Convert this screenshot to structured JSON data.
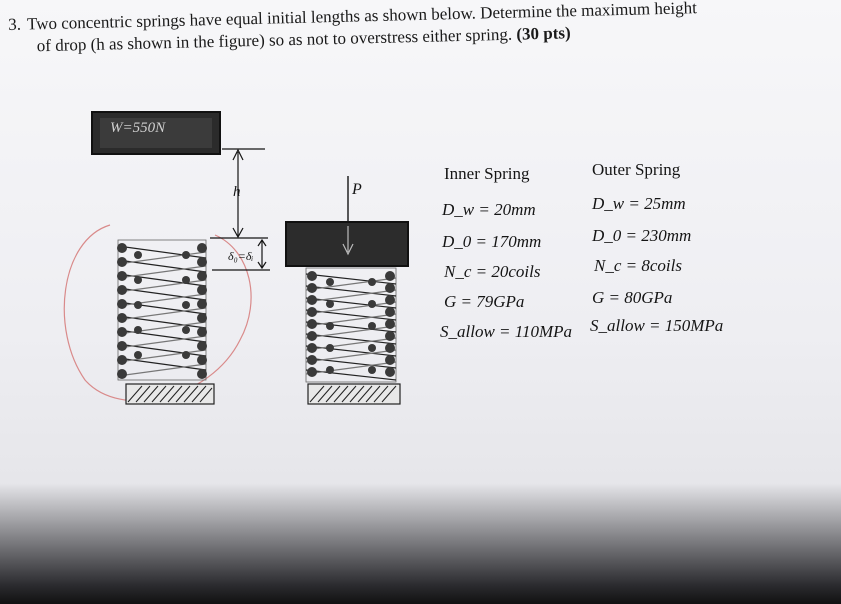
{
  "problem": {
    "number": "3.",
    "line1": "Two concentric springs have equal initial lengths as shown below. Determine the maximum height",
    "line2": "of drop (h as shown in the figure) so as not to overstress either spring.",
    "points": "(30 pts)"
  },
  "figure": {
    "weight_label": "W=550N",
    "h_label": "h",
    "p_label": "P",
    "delta_label": "δ₀=δᵢ"
  },
  "inner": {
    "title": "Inner Spring",
    "dw": "D_w = 20mm",
    "d0": "D_0 = 170mm",
    "nc": "N_c = 20coils",
    "g": "G = 79GPa",
    "sallow": "S_allow = 110MPa"
  },
  "outer": {
    "title": "Outer Spring",
    "dw": "D_w = 25mm",
    "d0": "D_0 = 230mm",
    "nc": "N_c = 8coils",
    "g": "G = 80GPa",
    "sallow": "S_allow = 150MPa"
  },
  "colors": {
    "ink": "#151515",
    "annotation": "#d98a8a",
    "paper": "#f4f4f6"
  }
}
